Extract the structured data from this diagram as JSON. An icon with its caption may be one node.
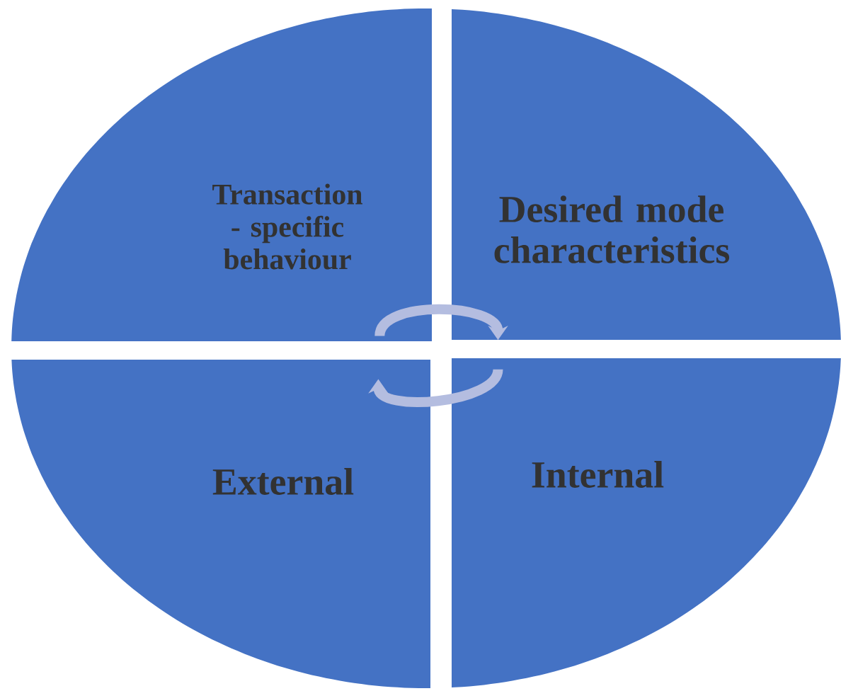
{
  "diagram": {
    "nodes": [
      {
        "text": [
          "Transaction - specific behaviour"
        ]
      },
      {
        "text": [
          "Desired mode characteristics"
        ]
      },
      {
        "text": [
          "External"
        ]
      },
      {
        "text": [
          "Internal"
        ]
      }
    ],
    "edges": [
      {
        "from": 0,
        "to": 1,
        "arrow": "to"
      },
      {
        "from": 3,
        "to": 2,
        "arrow": "to"
      }
    ]
  }
}
